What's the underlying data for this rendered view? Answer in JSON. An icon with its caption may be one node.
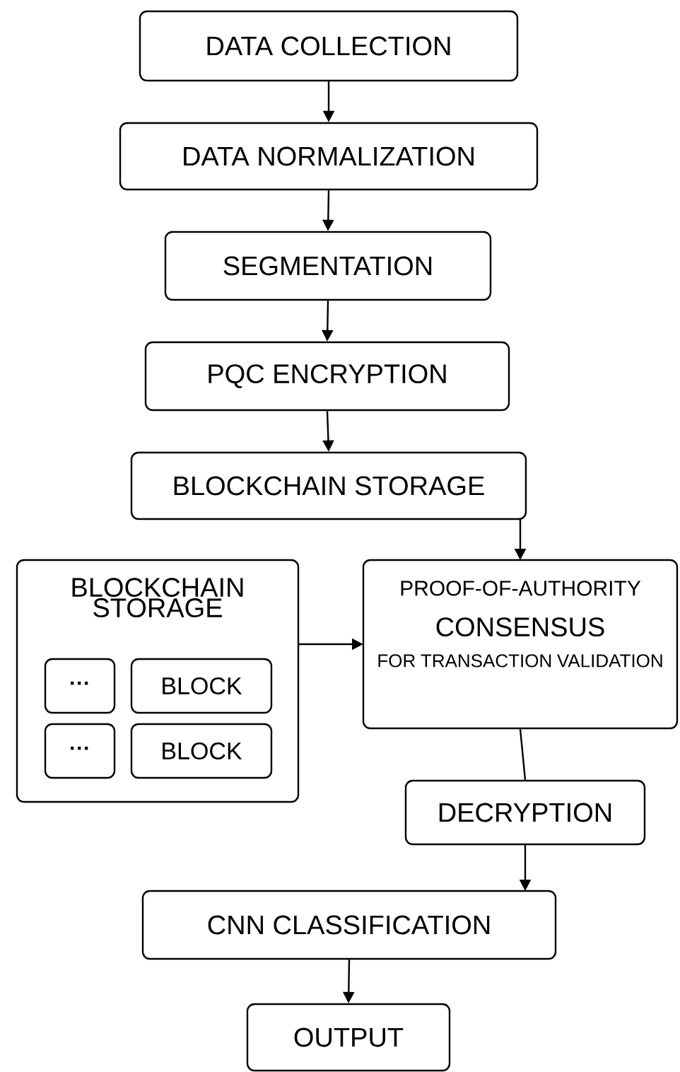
{
  "diagram": {
    "nodes": [
      {
        "text": [
          "DATA COLLECTION"
        ]
      },
      {
        "text": [
          "DATA NORMALIZATION"
        ]
      },
      {
        "text": [
          "SEGMENTATION"
        ]
      },
      {
        "text": [
          "PQC ENCRYPTION"
        ]
      },
      {
        "text": [
          "BLOCKCHAIN STORAGE"
        ]
      },
      {
        "text": [
          "BLOCKCHAIN STORAGE"
        ]
      },
      {
        "text": [
          "···"
        ],
        "in": 5
      },
      {
        "text": [
          "BLOCK"
        ],
        "in": 5
      },
      {
        "text": [
          "···"
        ],
        "in": 5
      },
      {
        "text": [
          "BLOCK"
        ],
        "in": 5
      },
      {
        "text": [
          "PROOF-OF-AUTHORITY",
          "CONSENSUS",
          "FOR TRANSACTION VALIDATION"
        ]
      },
      {
        "text": [
          "DECRYPTION"
        ]
      },
      {
        "text": [
          "CNN CLASSIFICATION"
        ]
      },
      {
        "text": [
          "OUTPUT"
        ]
      }
    ],
    "edges": [
      {
        "from": 0,
        "to": 1,
        "arrow": "to"
      },
      {
        "from": 1,
        "to": 2,
        "arrow": "to"
      },
      {
        "from": 2,
        "to": 3,
        "arrow": "to"
      },
      {
        "from": 3,
        "to": 4,
        "arrow": "to"
      },
      {
        "from": 4,
        "to": 10,
        "arrow": "to"
      },
      {
        "from": 5,
        "to": 10,
        "arrow": "to"
      },
      {
        "from": 10,
        "to": 11,
        "arrow": "none"
      },
      {
        "from": 11,
        "to": 12,
        "arrow": "to"
      },
      {
        "from": 12,
        "to": 13,
        "arrow": "to"
      }
    ]
  }
}
